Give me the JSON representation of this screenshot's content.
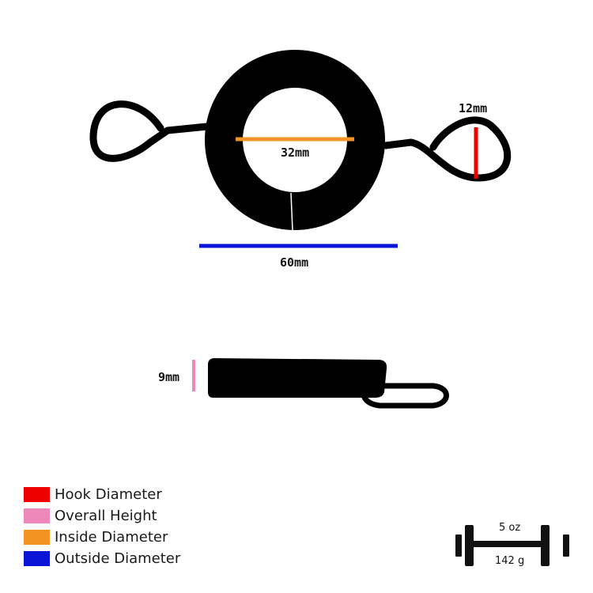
{
  "dimensions": {
    "hook_diameter": "12mm",
    "inside_diameter": "32mm",
    "outside_diameter": "60mm",
    "overall_height": "9mm"
  },
  "legend": {
    "items": [
      {
        "label": "Hook Diameter",
        "color": "#ee0000"
      },
      {
        "label": "Overall Height",
        "color": "#ee88bb"
      },
      {
        "label": "Inside Diameter",
        "color": "#f39422"
      },
      {
        "label": "Outside Diameter",
        "color": "#0a14d6"
      }
    ]
  },
  "weight": {
    "icon": "dumbbell-icon",
    "ounces": "5 oz",
    "grams": "142 g"
  },
  "colors": {
    "part": "#000000",
    "hook_diameter": "#ee0000",
    "overall_height": "#ee88bb",
    "inside_diameter": "#f39422",
    "outside_diameter": "#0a14d6"
  }
}
